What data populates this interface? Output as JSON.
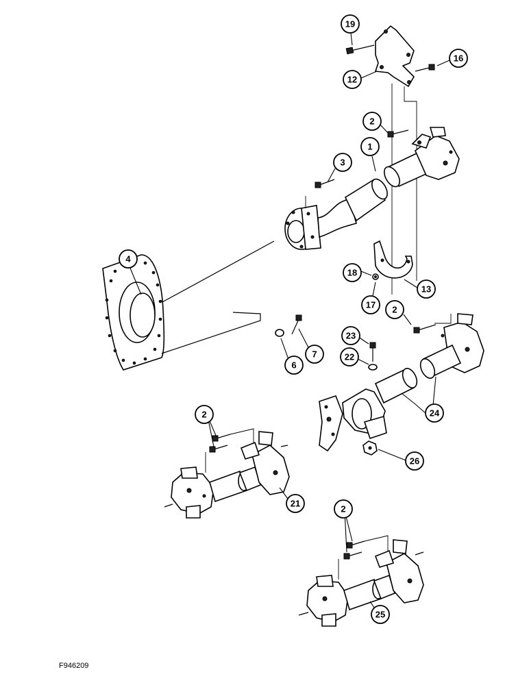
{
  "figure_code": "F946209",
  "callouts": [
    {
      "id": "c19",
      "label": "19"
    },
    {
      "id": "c16",
      "label": "16"
    },
    {
      "id": "c12",
      "label": "12"
    },
    {
      "id": "c2a",
      "label": "2"
    },
    {
      "id": "c1",
      "label": "1"
    },
    {
      "id": "c3",
      "label": "3"
    },
    {
      "id": "c4",
      "label": "4"
    },
    {
      "id": "c18",
      "label": "18"
    },
    {
      "id": "c13",
      "label": "13"
    },
    {
      "id": "c17",
      "label": "17"
    },
    {
      "id": "c2b",
      "label": "2"
    },
    {
      "id": "c23",
      "label": "23"
    },
    {
      "id": "c7",
      "label": "7"
    },
    {
      "id": "c22",
      "label": "22"
    },
    {
      "id": "c6",
      "label": "6"
    },
    {
      "id": "c24",
      "label": "24"
    },
    {
      "id": "c2c",
      "label": "2"
    },
    {
      "id": "c26",
      "label": "26"
    },
    {
      "id": "c21",
      "label": "21"
    },
    {
      "id": "c2d",
      "label": "2"
    },
    {
      "id": "c25",
      "label": "25"
    }
  ]
}
